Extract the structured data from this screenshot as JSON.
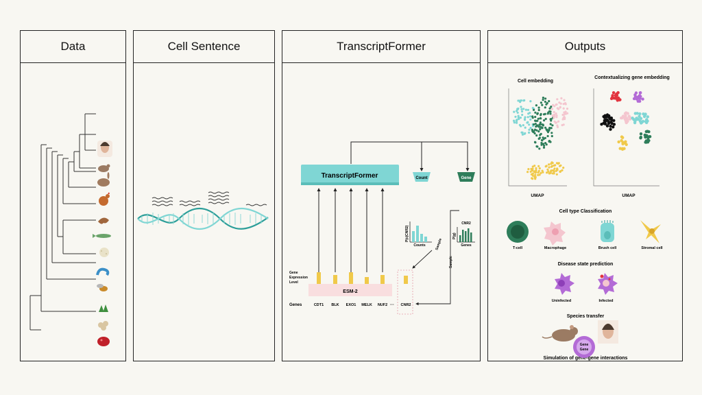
{
  "panels": {
    "data": "Data",
    "cell_sentence": "Cell Sentence",
    "transcriptformer": "TranscriptFormer",
    "outputs": "Outputs"
  },
  "model": {
    "box_label": "TranscriptFormer",
    "count_label": "Count",
    "gene_label": "Gene",
    "esm_label": "ESM-2",
    "expr_label_lines": [
      "Gene",
      "Expression",
      "Level"
    ],
    "genes_row_label": "Genes",
    "genes": [
      "CDT1",
      "BLK",
      "EXO1",
      "MELK",
      "NUF2"
    ],
    "ellipsis": "···",
    "masked_gene": "CNR2",
    "count_plot": {
      "ylabel": "P(c|CNR2)",
      "xlabel": "Counts",
      "sample": "Sample"
    },
    "gene_plot": {
      "title": "CNR2",
      "ylabel": "P(g)",
      "xlabel": "Genes",
      "sample": "Sample"
    }
  },
  "outputs": {
    "cell_embedding_title": "Cell embedding",
    "gene_embedding_title": "Contextualizing gene embedding",
    "umap_label": "UMAP",
    "cell_type_title": "Cell type Classification",
    "cell_types": [
      "T-cell",
      "Macrophage",
      "Brush cell",
      "Stromal cell"
    ],
    "disease_title": "Disease state prediction",
    "disease_states": [
      "Uninfected",
      "Infected"
    ],
    "species_title": "Species transfer",
    "gg_title": "Simulation of gene-gene interactions",
    "gg_node_lines": [
      "Gene",
      "Gene"
    ]
  },
  "colors": {
    "teal": "#7fd6d4",
    "teal_dark": "#2c9e99",
    "green": "#2e7d5a",
    "pink": "#f4c6cf",
    "yellow": "#f0c94a",
    "esm": "#f9dedf",
    "purple": "#b36bd6"
  }
}
